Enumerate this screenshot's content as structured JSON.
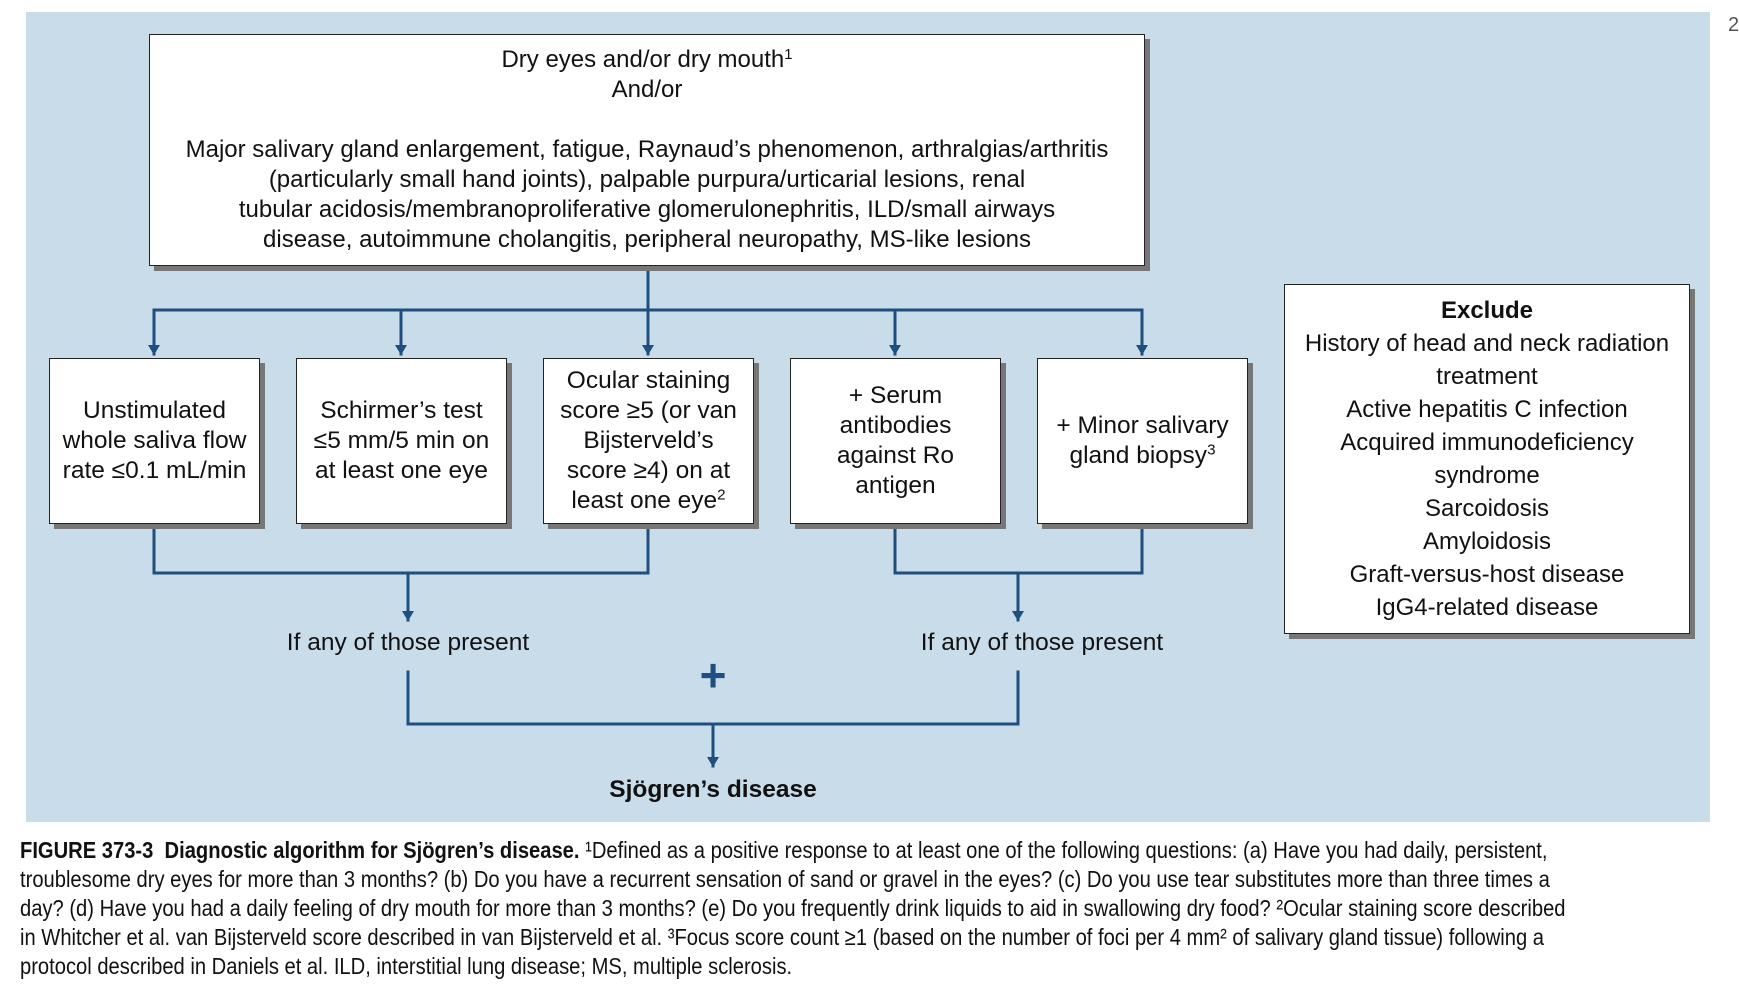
{
  "page_number": "2",
  "top_box": {
    "line1": "Dry eyes and/or dry mouth",
    "line1_sup": "1",
    "line2": "And/or",
    "details": [
      "Major salivary gland enlargement, fatigue, Raynaud’s phenomenon, arthralgias/arthritis",
      "(particularly small hand joints), palpable purpura/urticarial lesions, renal",
      "tubular acidosis/membranoproliferative glomerulonephritis, ILD/small airways",
      "disease, autoimmune cholangitis, peripheral neuropathy, MS-like lesions"
    ]
  },
  "criteria": [
    {
      "lines": [
        "Unstimulated",
        "whole saliva flow",
        "rate ≤0.1 mL/min"
      ],
      "sup": ""
    },
    {
      "lines": [
        "Schirmer’s test",
        "≤5 mm/5 min on",
        "at least one eye"
      ],
      "sup": ""
    },
    {
      "lines": [
        "Ocular staining",
        "score ≥5 (or van",
        "Bijsterveld’s",
        "score ≥4) on at",
        "least one eye"
      ],
      "sup": "2"
    },
    {
      "lines": [
        "+ Serum",
        "antibodies",
        "against Ro",
        "antigen"
      ],
      "sup": ""
    },
    {
      "lines": [
        "+ Minor salivary",
        "gland biopsy"
      ],
      "sup": "3"
    }
  ],
  "exclude": {
    "title": "Exclude",
    "items": [
      "History of head and neck radiation",
      "treatment",
      "Active hepatitis C infection",
      "Acquired immunodeficiency",
      "syndrome",
      "Sarcoidosis",
      "Amyloidosis",
      "Graft-versus-host disease",
      "IgG4-related disease"
    ]
  },
  "labels": {
    "if_any_left": "If any of those present",
    "if_any_right": "If any of those present",
    "plus": "+",
    "result": "Sjögren’s disease"
  },
  "caption": {
    "figure_label": "FIGURE 373-3",
    "figure_title": "Diagnostic algorithm for Sjögren’s disease.",
    "lines": [
      "¹Defined as a positive response to at least one of the following questions: (a) Have you had daily, persistent,",
      "troublesome dry eyes for more than 3 months? (b) Do you have a recurrent sensation of sand or gravel in the eyes? (c) Do you use tear substitutes more than three times a",
      "day? (d) Have you had a daily feeling of dry mouth for more than 3 months? (e) Do you frequently drink liquids to aid in swallowing dry food? ²Ocular staining score described",
      "in Whitcher et al. van Bijsterveld score described in van Bijsterveld et al. ³Focus score count ≥1 (based on the number of foci per 4 mm² of salivary gland tissue) following a",
      "protocol described in Daniels et al. ILD, interstitial lung disease; MS, multiple sclerosis."
    ]
  },
  "colors": {
    "panel_background": "#c9dce9",
    "connector": "#1f4e80",
    "box_border": "#222222",
    "box_shadow": "#777777"
  }
}
